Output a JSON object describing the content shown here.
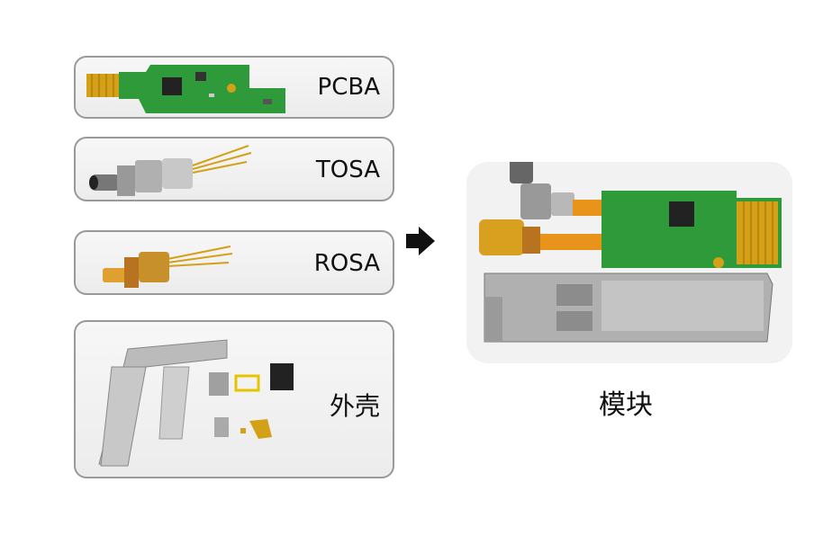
{
  "components": [
    {
      "key": "pcba",
      "label": "PCBA"
    },
    {
      "key": "tosa",
      "label": "TOSA"
    },
    {
      "key": "rosa",
      "label": "ROSA"
    },
    {
      "key": "housing",
      "label": "外壳"
    }
  ],
  "module": {
    "label": "模块"
  },
  "icons": {
    "arrow": "arrow-right-icon"
  },
  "colors": {
    "pcb_green": "#2e9a3a",
    "gold": "#d4a017",
    "metal": "#a8a8a8",
    "box_border": "#999999"
  }
}
